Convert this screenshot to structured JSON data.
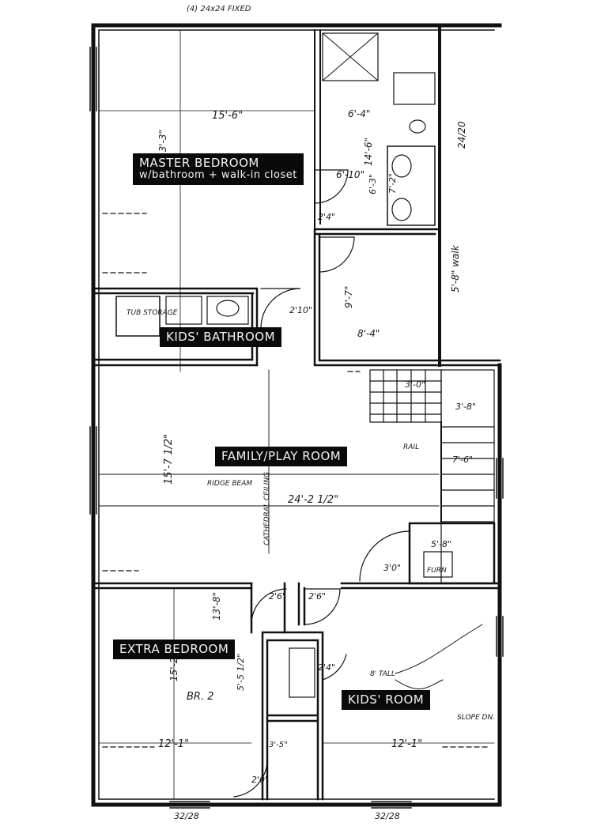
{
  "room_labels": {
    "master_bedroom": "MASTER BEDROOM",
    "master_bedroom_sub": "w/bathroom + walk-in closet",
    "kids_bathroom": "KIDS' BATHROOM",
    "family_play_room": "FAMILY/PLAY ROOM",
    "extra_bedroom": "EXTRA BEDROOM",
    "kids_room": "KIDS' ROOM"
  },
  "annotations": {
    "top_note": "(4) 24x24 FIXED",
    "master_width": "15'-6\"",
    "master_depth": "13'-3\"",
    "bath_dim": "6'-4\"",
    "bath_height": "14'-6\"",
    "window_side": "24/20",
    "closet_dim": "6'-10\"",
    "closet_dim2": "6'-3\"",
    "closet_dim3": "7'-2\"",
    "walk_label": "5'-8\" walk",
    "closet_len": "8'-4\"",
    "closet_width": "9'-7\"",
    "door_2_10": "2'10\"",
    "door_2_4": "2'4\"",
    "tub": "TUB STORAGE",
    "rail": "RAIL",
    "stair_dim1": "3'-0\"",
    "stair_dim2": "3'-8\"",
    "stair_dim3": "7'-6\"",
    "family_depth": "15'-7 1/2\"",
    "family_width": "24'-2 1/2\"",
    "ridge": "RIDGE BEAM",
    "ceiling": "CATHEDRAL CEILING",
    "furn": "FURN",
    "furn_dim": "5'-8\"",
    "door_3_0": "3'0\"",
    "door_2_6a": "2'6\"",
    "door_2_6b": "2'6\"",
    "door_2_4b": "2'4\"",
    "extra_depth": "13'-8\"",
    "extra_depth2": "15'-2\"",
    "extra_dim": "5'-5 1/2\"",
    "br2": "BR. 2",
    "extra_width": "12'-1\"",
    "kids_width": "12'-1\"",
    "tall": "8' TALL",
    "slope_dn": "SLOPE DN.",
    "window_bottom1": "32/28",
    "window_bottom2": "32/28",
    "door_2_0": "2'0\"",
    "closet_small": "3'-5\""
  }
}
